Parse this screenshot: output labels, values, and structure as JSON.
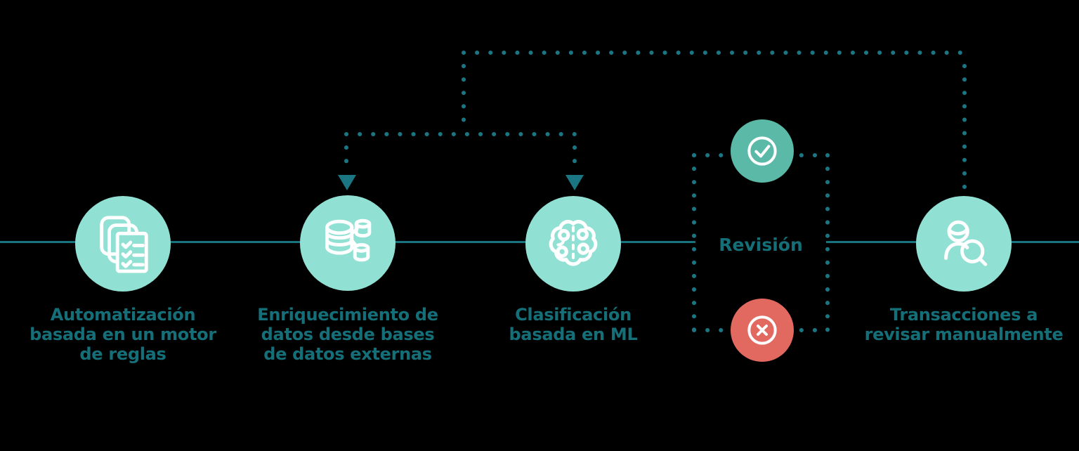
{
  "diagram": {
    "review_box": {
      "label": "Revisión",
      "approve_icon": "check-circle-icon",
      "reject_icon": "x-circle-icon"
    },
    "steps": [
      {
        "id": "rules-engine-automation",
        "icon": "documents-checklist-icon",
        "lines": [
          "Automatización",
          "basada en un motor",
          "de reglas"
        ]
      },
      {
        "id": "data-enrichment",
        "icon": "external-databases-icon",
        "lines": [
          "Enriquecimiento de",
          "datos desde bases",
          "de datos externas"
        ]
      },
      {
        "id": "ml-classification",
        "icon": "ml-brain-icon",
        "lines": [
          "Clasificación",
          "basada en ML"
        ]
      },
      {
        "id": "manual-review-transactions",
        "icon": "person-magnifier-icon",
        "lines": [
          "Transacciones a",
          "revisar manualmente"
        ]
      }
    ],
    "colors": {
      "background": "#000000",
      "node_fill_mint": "#90E1D3",
      "approve_fill_teal": "#5BB9A8",
      "reject_fill_coral": "#E2695F",
      "line_teal": "#19727F",
      "dotted_teal": "#1B7683",
      "text_teal": "#156F79",
      "icon_stroke": "#FFFFFF"
    }
  }
}
